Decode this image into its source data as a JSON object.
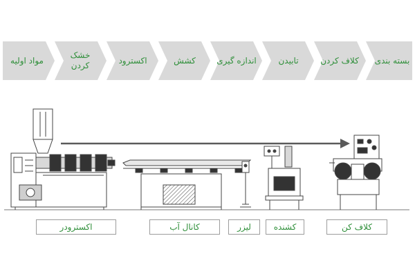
{
  "process_steps": [
    {
      "id": "raw-materials",
      "label": "مواد اولیه"
    },
    {
      "id": "drying",
      "label": "خشک\nکردن"
    },
    {
      "id": "extrude",
      "label": "اکسترود"
    },
    {
      "id": "pull",
      "label": "کشش"
    },
    {
      "id": "measure",
      "label": "اندازه گیری"
    },
    {
      "id": "twist",
      "label": "تابیدن"
    },
    {
      "id": "coil",
      "label": "کلاف کردن"
    },
    {
      "id": "pack",
      "label": "بسته بندی"
    }
  ],
  "machines": [
    {
      "id": "extruder",
      "label": "اکسترودر"
    },
    {
      "id": "water-channel",
      "label": "کانال آب"
    },
    {
      "id": "laser",
      "label": "لیزر"
    },
    {
      "id": "puller",
      "label": "کشنده"
    },
    {
      "id": "coiler",
      "label": "کلاف کن"
    }
  ],
  "colors": {
    "step_fill": "#d9d9d9",
    "step_text": "#2f8f3a",
    "caption_text": "#2f8f3a",
    "line": "#5a5a5a"
  }
}
